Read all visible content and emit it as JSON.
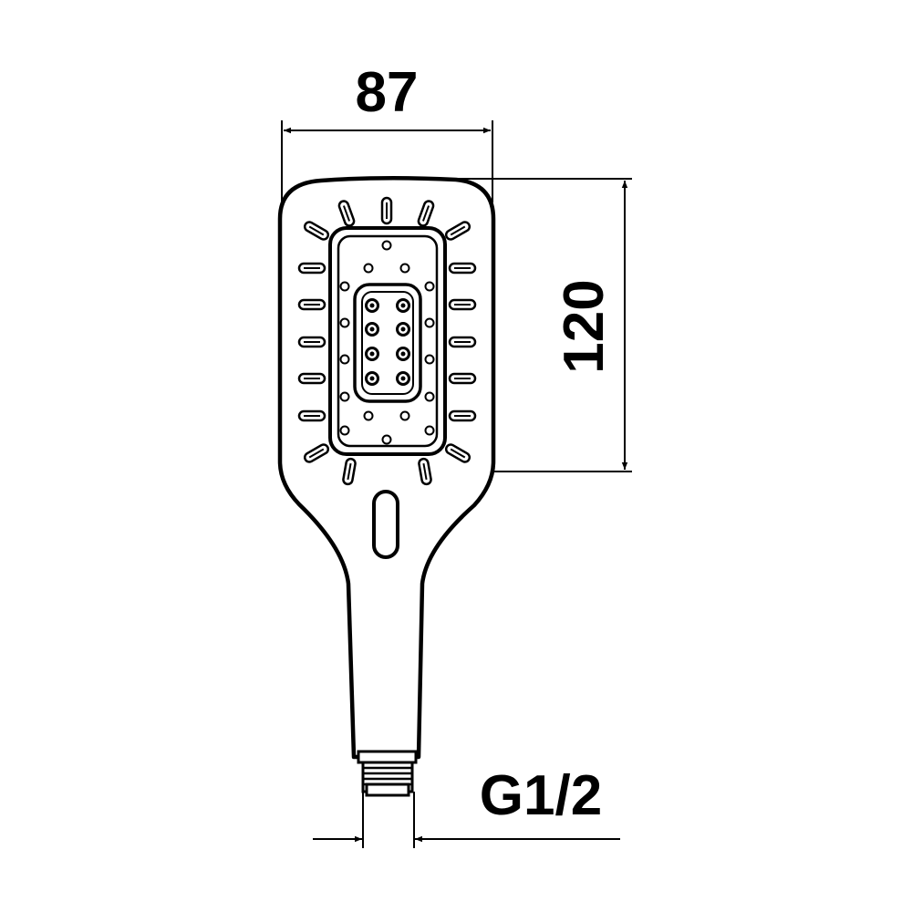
{
  "dimensions": {
    "width_label": "87",
    "height_label": "120",
    "thread_label": "G1/2"
  }
}
